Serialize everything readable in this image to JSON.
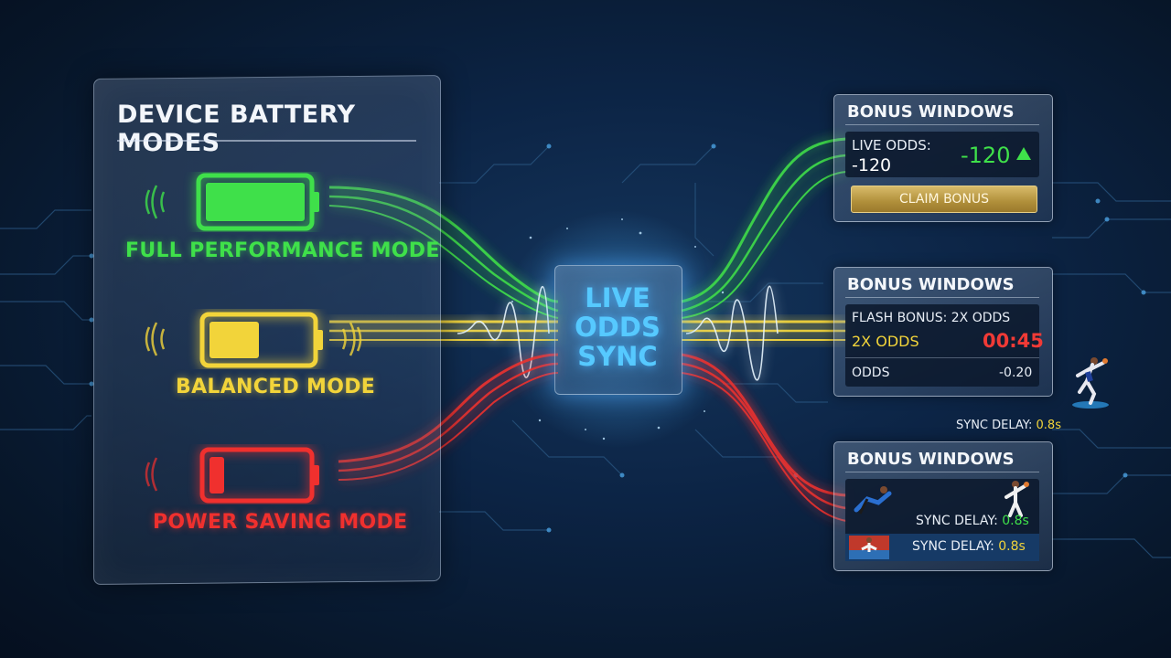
{
  "left_panel": {
    "title": "DEVICE BATTERY MODES",
    "modes": [
      {
        "label": "FULL PERFORMANCE MODE",
        "color": "#3fe04a",
        "level": 1.0
      },
      {
        "label": "BALANCED MODE",
        "color": "#f2d43a",
        "level": 0.5
      },
      {
        "label": "POWER SAVING MODE",
        "color": "#f0302e",
        "level": 0.15
      }
    ]
  },
  "center": {
    "label": "LIVE\nODDS\nSYNC",
    "color": "#56c9ff"
  },
  "cards": [
    {
      "title": "BONUS WINDOWS",
      "odds_label": "LIVE ODDS:",
      "odds_value": "-120",
      "odds_live": "-120",
      "trend_icon": "up-triangle-icon",
      "button": "CLAIM BONUS"
    },
    {
      "title": "BONUS WINDOWS",
      "flash_label": "FLASH BONUS: 2X ODDS",
      "multiplier": "2X ODDS",
      "timer": "00:45",
      "odds_label": "ODDS",
      "odds_value": "-0.20"
    },
    {
      "title": "BONUS WINDOWS",
      "sync_label_1": "SYNC DELAY:",
      "sync_value_1": "0.8s",
      "sync_label_2": "SYNC DELAY:",
      "sync_value_2": "0.8s"
    }
  ],
  "floating_sync": {
    "label": "SYNC DELAY:",
    "value": "0.8s"
  },
  "colors": {
    "green": "#3fe04a",
    "yellow": "#f2d43a",
    "red": "#f0302e",
    "blue": "#56c9ff",
    "gold": "#c9a54e"
  }
}
